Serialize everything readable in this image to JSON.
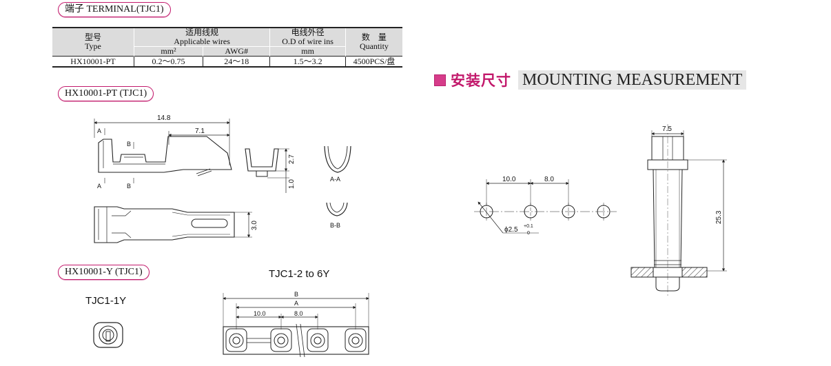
{
  "terminal_header": "端子 TERMINAL(TJC1)",
  "table": {
    "type_zh": "型号",
    "type_en": "Type",
    "wire_zh": "适用线规",
    "wire_en": "Applicable wires",
    "od_zh": "电线外径",
    "od_en": "O.D of wire ins",
    "qty_zh": "数　量",
    "qty_en": "Quantity",
    "unit_mm2": "mm²",
    "unit_awg": "AWG#",
    "unit_mm": "mm",
    "row": {
      "type": "HX10001-PT",
      "mm2": "0.2～0.75",
      "awg": "24～18",
      "od": "1.5～3.2",
      "qty": "4500PCS/盘"
    }
  },
  "pt_header": "HX10001-PT (TJC1)",
  "pt_drawing": {
    "dim_length": "14.8",
    "dim_crimp": "7.1",
    "dim_height": "2.7",
    "dim_tab": "1.0",
    "dim_width": "3.0",
    "section_a_mark": "A",
    "section_b_mark": "B",
    "section_aa": "A-A",
    "section_bb": "B-B"
  },
  "y_header": "HX10001-Y (TJC1)",
  "y_drawing": {
    "single_title": "TJC1-1Y",
    "multi_title": "TJC1-2 to 6Y",
    "dim_b": "B",
    "dim_a": "A",
    "dim_pitch1": "10.0",
    "dim_pitch2": "8.0"
  },
  "mounting": {
    "title_zh": "安装尺寸",
    "title_en": "MOUNTING MEASUREMENT",
    "dim_pitch1": "10.0",
    "dim_pitch2": "8.0",
    "hole_dia": "ϕ2.5",
    "hole_tol_upper": "+0.1",
    "hole_tol_lower": "0",
    "pin_width": "7.5",
    "pin_height": "25.3"
  },
  "colors": {
    "accent": "#c2186b",
    "square": "#d63c8a",
    "table_bg": "#dcdcdc"
  }
}
